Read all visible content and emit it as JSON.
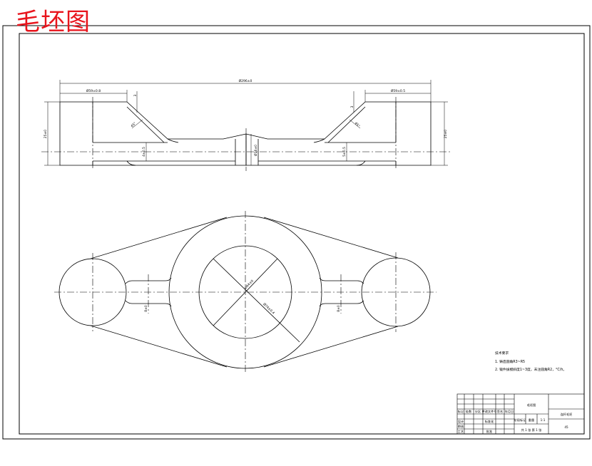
{
  "page_title": "毛坯图",
  "colors": {
    "title": "#e8141c",
    "lines": "#000000",
    "background": "#ffffff"
  },
  "dimensions": {
    "total_length": "Ø296±0",
    "left_width": "Ø59±0.8",
    "right_width": "Ø59±0.5",
    "left_height": "25±0",
    "right_height": "25±0",
    "left_top": "3",
    "right_top": "3",
    "left_chamfer": "45°",
    "right_chamfer": "45°",
    "left_web": "4±0.5",
    "right_web": "5±0.5",
    "center_bore": "Ø16±0",
    "inner_circle": "Ø64±0",
    "outer_circle": "Ø74±0.4",
    "left_neck": "8±0",
    "right_neck": "8±0"
  },
  "notes": {
    "heading": "技术要求",
    "line1": "1. 铸造圆角R3~R5",
    "line2": "2. 锻件拔模斜度1~3度，未注圆角R2，°C/h。"
  },
  "title_block": {
    "drawing_name": "毛坯图",
    "part_name": "连杆毛坯",
    "scale": "1:1",
    "sheet": "共 1 张 第 1 张",
    "material": "45",
    "labels": [
      "标记",
      "处数",
      "分区",
      "更改文件号",
      "签名",
      "年月日"
    ],
    "role_labels": [
      "设计",
      "审核",
      "工艺"
    ],
    "misc_labels": [
      "标准化",
      "批准"
    ],
    "stage_labels": [
      "阶段标记",
      "重量",
      "比例"
    ]
  }
}
